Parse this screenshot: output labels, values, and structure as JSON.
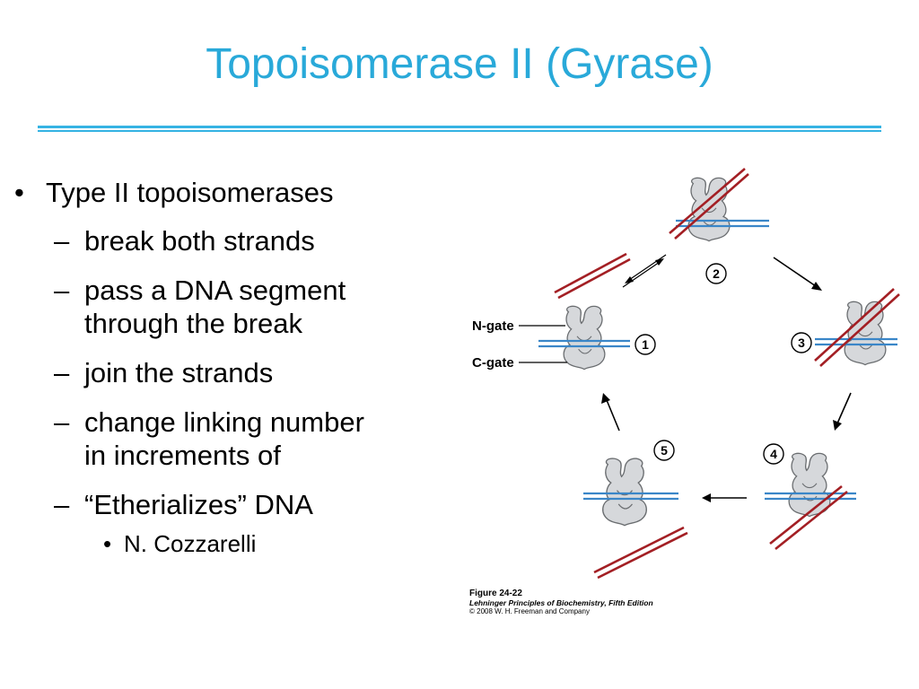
{
  "slide": {
    "title": "Topoisomerase II (Gyrase)",
    "bullets": {
      "main": "Type II topoisomerases",
      "dash": "–",
      "dot": "•",
      "sub1": "break both strands",
      "sub2a": "pass a DNA segment",
      "sub2b": "through the break",
      "sub3": "join the strands",
      "sub4a": "change linking number",
      "sub4b": "in increments of",
      "sub5": "“Etherializes” DNA",
      "subsub": "N. Cozzarelli"
    }
  },
  "figure": {
    "ngate_label": "N-gate",
    "cgate_label": "C-gate",
    "steps": [
      "1",
      "2",
      "3",
      "4",
      "5"
    ],
    "caption_number": "Figure 24-22",
    "caption_source": "Lehninger Principles of Biochemistry, Fifth Edition",
    "caption_copyright": "© 2008 W. H. Freeman and Company"
  },
  "colors": {
    "title": "#29a9d9",
    "rule": "#35b3e3",
    "dna_blue": "#3a86c8",
    "dna_red": "#a31f24",
    "protein_fill": "#d6d8db",
    "protein_stroke": "#6a6d70"
  }
}
